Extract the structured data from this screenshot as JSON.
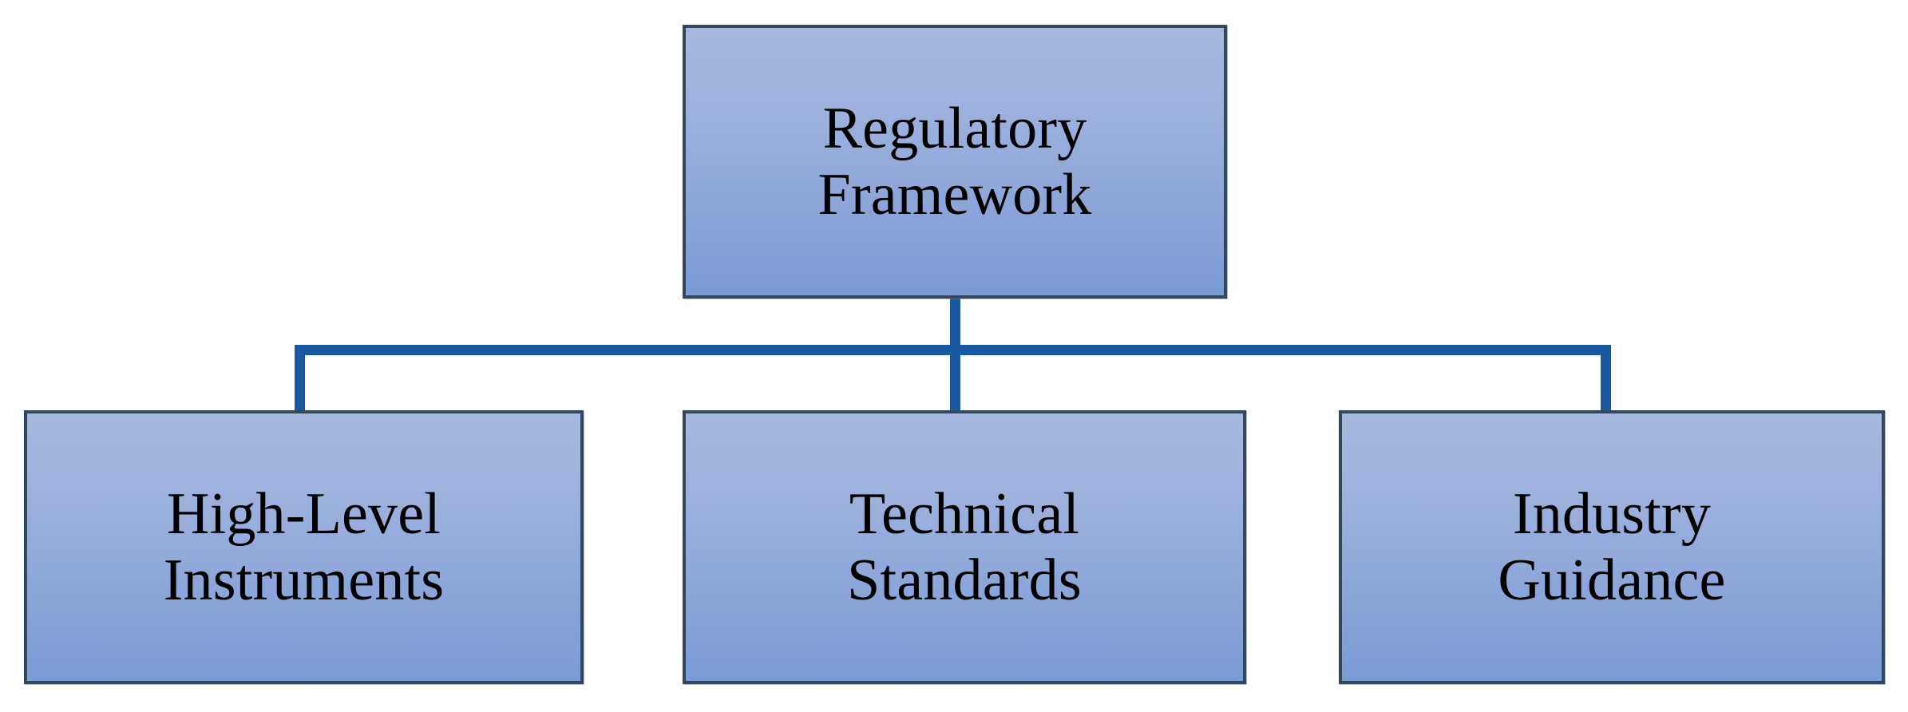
{
  "diagram": {
    "type": "hierarchy-tree",
    "orientation": "top-down",
    "levels": 2,
    "title": "Regulatory Framework",
    "colors": {
      "node_fill_top": "#a7b8e0",
      "node_fill_bottom": "#7b9bd6",
      "node_border": "#36465c",
      "connector": "#19599f",
      "text": "#000000",
      "background": "#ffffff"
    },
    "root": {
      "id": "root",
      "label": "Regulatory\nFramework",
      "line1": "Regulatory",
      "line2": "Framework"
    },
    "children": [
      {
        "id": "high-level-instruments",
        "label": "High-Level\nInstruments",
        "line1": "High-Level",
        "line2": "Instruments"
      },
      {
        "id": "technical-standards",
        "label": "Technical\nStandards",
        "line1": "Technical",
        "line2": "Standards"
      },
      {
        "id": "industry-guidance",
        "label": "Industry\nGuidance",
        "line1": "Industry",
        "line2": "Guidance"
      }
    ],
    "connectors": [
      {
        "id": "root-stub",
        "kind": "vertical"
      },
      {
        "id": "rail",
        "kind": "horizontal"
      },
      {
        "id": "drop-left",
        "kind": "vertical"
      },
      {
        "id": "drop-mid",
        "kind": "vertical"
      },
      {
        "id": "drop-right",
        "kind": "vertical"
      }
    ]
  }
}
